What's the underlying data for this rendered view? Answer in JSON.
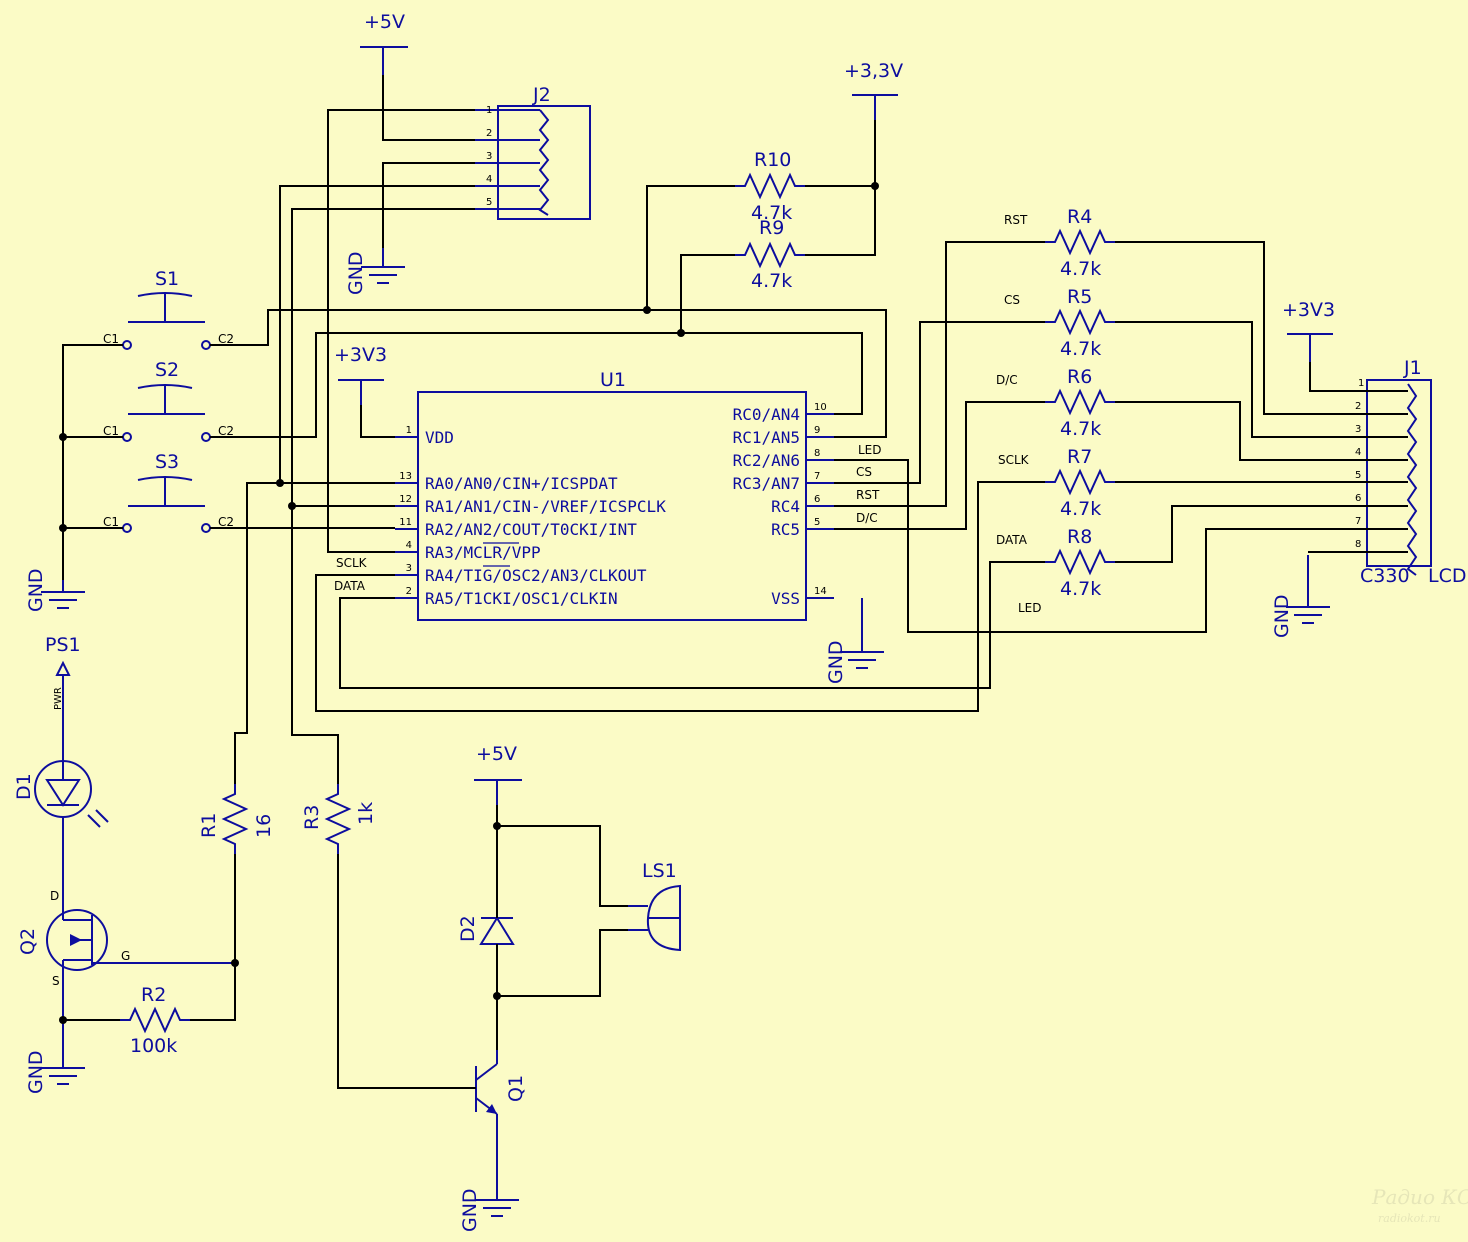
{
  "u1": {
    "ref": "U1",
    "left_pins": [
      {
        "num": "1",
        "name": "VDD"
      },
      {
        "num": "13",
        "name": "RA0/AN0/CIN+/ICSPDAT"
      },
      {
        "num": "12",
        "name": "RA1/AN1/CIN-/VREF/ICSPCLK"
      },
      {
        "num": "11",
        "name": "RA2/AN2/COUT/T0CKI/INT"
      },
      {
        "num": "4",
        "name": "RA3/MCLR/VPP"
      },
      {
        "num": "3",
        "name": "RA4/TIG/OSC2/AN3/CLKOUT"
      },
      {
        "num": "2",
        "name": "RA5/T1CKI/OSC1/CLKIN"
      }
    ],
    "right_pins": [
      {
        "num": "10",
        "name": "RC0/AN4"
      },
      {
        "num": "9",
        "name": "RC1/AN5"
      },
      {
        "num": "8",
        "name": "RC2/AN6"
      },
      {
        "num": "7",
        "name": "RC3/AN7"
      },
      {
        "num": "6",
        "name": "RC4"
      },
      {
        "num": "5",
        "name": "RC5"
      },
      {
        "num": "14",
        "name": "VSS"
      }
    ]
  },
  "power": {
    "p5v_top": "+5V",
    "p33v": "+3,3V",
    "p3v3_left": "+3V3",
    "p3v3_right": "+3V3",
    "p5v_bottom": "+5V",
    "gnd": "GND",
    "pwr": "PWR",
    "ps1": "PS1"
  },
  "parts": {
    "j2": "J2",
    "j1": "J1",
    "j1_value": "C330",
    "j1_value2": "LCD",
    "s1": "S1",
    "s2": "S2",
    "s3": "S3",
    "c1": "C1",
    "c2": "C2",
    "r10": "R10",
    "r9": "R9",
    "r4": "R4",
    "r5": "R5",
    "r6": "R6",
    "r7": "R7",
    "r8": "R8",
    "v47k": "4.7k",
    "r1": "R1",
    "r1v": "16",
    "r3": "R3",
    "r3v": "1k",
    "r2": "R2",
    "r2v": "100k",
    "d1": "D1",
    "d2": "D2",
    "q2": "Q2",
    "q1": "Q1",
    "ls1": "LS1"
  },
  "nets": {
    "led": "LED",
    "cs": "CS",
    "rst": "RST",
    "dc": "D/C",
    "sclk": "SCLK",
    "data": "DATA"
  },
  "pin_letters": {
    "d": "D",
    "g": "G",
    "s": "S"
  },
  "watermark": {
    "line1": "Радио КОТ",
    "line2": "radiokot.ru"
  }
}
